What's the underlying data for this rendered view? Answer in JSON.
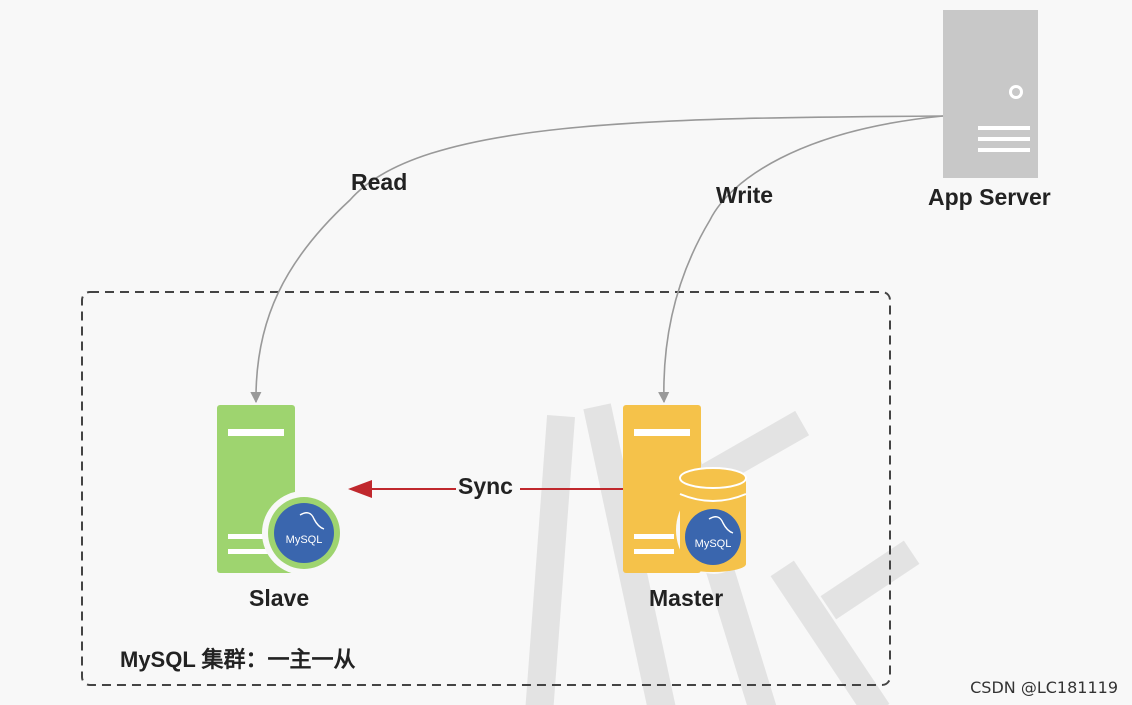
{
  "app_server": {
    "label": "App Server"
  },
  "arrows": {
    "read_label": "Read",
    "write_label": "Write",
    "sync_label": "Sync"
  },
  "slave": {
    "label": "Slave",
    "logo_text": "MySQL"
  },
  "master": {
    "label": "Master",
    "logo_text": "MySQL"
  },
  "cluster": {
    "label": "MySQL 集群：一主一从"
  },
  "credit": "CSDN @LC181119",
  "colors": {
    "slave_green": "#9ed46f",
    "master_yellow": "#f5c24a",
    "mysql_blue": "#3a66ae",
    "server_gray": "#c8c8c8",
    "sync_red": "#c0282d",
    "arrow_gray": "#999999"
  }
}
